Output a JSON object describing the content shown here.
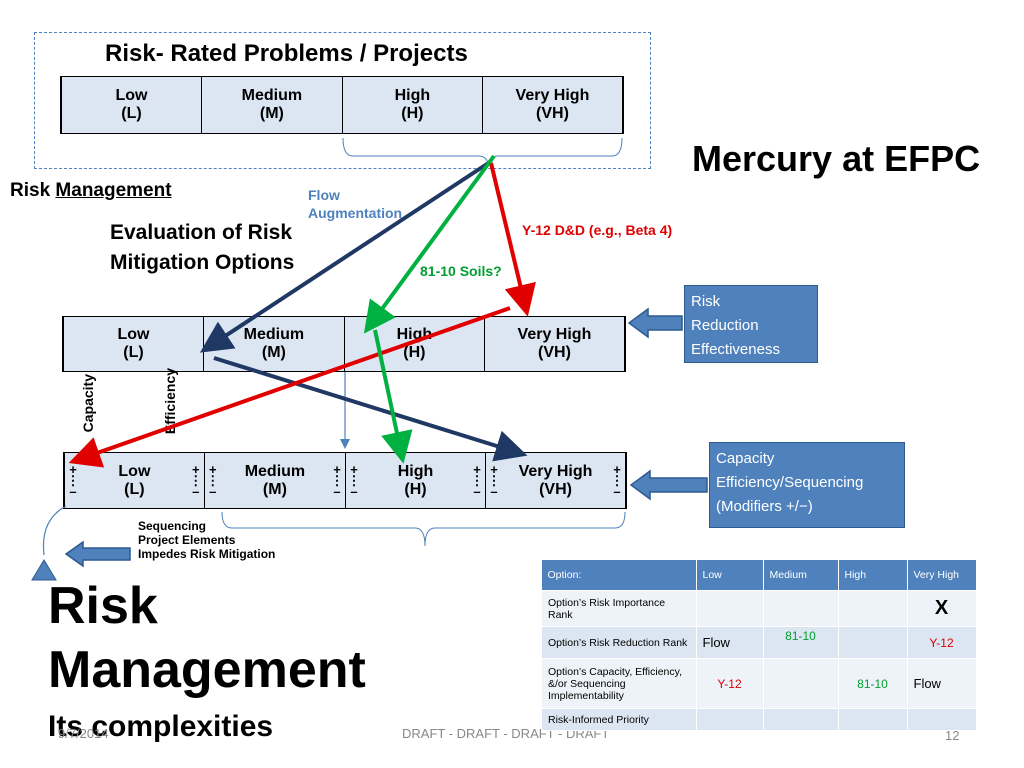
{
  "top_title": "Risk- Rated Problems / Projects",
  "right_title": "Mercury at EFPC",
  "risk_management": {
    "prefix": "Risk ",
    "underlined": "Management"
  },
  "evaluation": {
    "line1": "Evaluation of Risk",
    "line2": "Mitigation Options"
  },
  "arrow_labels": {
    "flow_line1": "Flow",
    "flow_line2": "Augmentation",
    "y12": "Y-12 D&D (e.g., Beta 4)",
    "soils": "81-10 Soils?"
  },
  "levels": [
    {
      "name": "Low",
      "abbr": "(L)"
    },
    {
      "name": "Medium",
      "abbr": "(M)"
    },
    {
      "name": "High",
      "abbr": "(H)"
    },
    {
      "name": "Very High",
      "abbr": "(VH)"
    }
  ],
  "modifiers": {
    "plus": "+",
    "minus": "–",
    "dots": "⋮"
  },
  "vertical_labels": {
    "capacity": "Capacity",
    "efficiency": "Efficiency"
  },
  "boxes": {
    "reduction": [
      "Risk",
      "Reduction",
      "Effectiveness"
    ],
    "capacity": [
      "Capacity",
      "Efficiency/Sequencing",
      "(Modifiers +/−)"
    ]
  },
  "sequencing": [
    "Sequencing",
    "Project Elements",
    "Impedes Risk Mitigation"
  ],
  "big_title": {
    "line1": "Risk",
    "line2": "Management",
    "line3": "Its complexities"
  },
  "footer": {
    "date": "9/7/2014",
    "draft": "DRAFT - DRAFT - DRAFT - DRAFT",
    "page": "12"
  },
  "option_table": {
    "headers": [
      "Option:",
      "Low",
      "Medium",
      "High",
      "Very High"
    ],
    "rows": [
      {
        "label": "Option’s  Risk Importance Rank",
        "low": "",
        "medium": "",
        "high": "",
        "vh": "X"
      },
      {
        "label": "Option’s Risk Reduction Rank",
        "low": "Flow",
        "medium": "81-10",
        "high": "",
        "vh": "Y-12"
      },
      {
        "label": "Option’s Capacity, Efficiency, &/or Sequencing Implementability",
        "low": "Y-12",
        "medium": "",
        "high": "81-10",
        "vh": "Flow"
      },
      {
        "label": "Risk-Informed Priority",
        "low": "",
        "medium": "",
        "high": "",
        "vh": ""
      }
    ]
  },
  "colors": {
    "cell_fill": "#dce6f2",
    "accent_blue": "#4f81bd",
    "arrow_navy": "#1f3864",
    "arrow_red": "#e00000",
    "arrow_green": "#00b040"
  }
}
